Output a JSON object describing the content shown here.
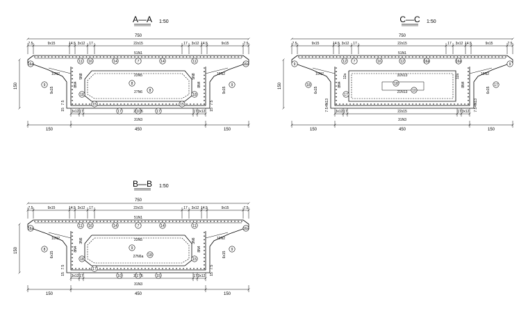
{
  "sections": [
    {
      "id": "AA",
      "title": "A—A",
      "scale": "1:50",
      "dims_top": [
        "7.5",
        "9x15",
        "14.5",
        "3x12",
        "17",
        "22x15",
        "17",
        "3x12",
        "14.5",
        "9x15",
        "7.5"
      ],
      "total_top": "750",
      "dims_bottom_inner": [
        "3x12",
        "17",
        "22x15",
        "17",
        "3x12"
      ],
      "dims_bottom": [
        "150",
        "450",
        "150"
      ],
      "height_label": "150",
      "side_labels": [
        "10N2",
        "10N2",
        "9x15",
        "9x15",
        "8N4",
        "8N4",
        "5N8",
        "5N8",
        "7.5",
        "7.5",
        "15",
        "15"
      ],
      "rebar_labels": [
        "51N1",
        "23N5",
        "27N6",
        "31N3"
      ],
      "callouts": [
        "11",
        "16",
        "14",
        "7",
        "14",
        "11",
        "16a",
        "16a",
        "8",
        "9",
        "9",
        "8",
        "18",
        "18",
        "15",
        "17",
        "10",
        "17",
        "15"
      ]
    },
    {
      "id": "CC",
      "title": "C—C",
      "scale": "1:50",
      "dims_top": [
        "7.5",
        "9x15",
        "14.5",
        "3x12",
        "17",
        "22x15",
        "17",
        "3x12",
        "14.5",
        "9x15",
        "7.5"
      ],
      "total_top": "750",
      "dims_bottom_inner": [
        "3x12",
        "17",
        "22x15",
        "17",
        "3x12"
      ],
      "dims_bottom": [
        "150",
        "450",
        "150"
      ],
      "height_label": "150",
      "side_labels": [
        "10N2",
        "10N2",
        "6x15",
        "6x15",
        "8N4",
        "8N4",
        "12a",
        "12a",
        "4N13",
        "4N13",
        "7.5",
        "7.5"
      ],
      "rebar_labels": [
        "51N1",
        "31N13",
        "21N13",
        "31N3"
      ],
      "callouts": [
        "12",
        "7",
        "16",
        "12",
        "16a",
        "16a",
        "9",
        "9",
        "18",
        "18",
        "17",
        "10",
        "17"
      ]
    },
    {
      "id": "BB",
      "title": "B—B",
      "scale": "1:50",
      "dims_top": [
        "7.5",
        "9x15",
        "14.5",
        "3x12",
        "17",
        "22x15",
        "17",
        "3x12",
        "14.5",
        "9x15",
        "7.5"
      ],
      "total_top": "750",
      "dims_bottom_inner": [
        "3x12",
        "17",
        "22x15",
        "17",
        "3x12"
      ],
      "dims_bottom": [
        "150",
        "450",
        "150"
      ],
      "height_label": "150",
      "side_labels": [
        "10N2",
        "10N2",
        "6x15",
        "6x15",
        "8N4",
        "8N4",
        "3N6",
        "3N6",
        "7.5",
        "7.5",
        "15",
        "15"
      ],
      "rebar_labels": [
        "51N1",
        "23N5",
        "27N6a",
        "31N3"
      ],
      "callouts": [
        "11",
        "16",
        "14",
        "7",
        "14",
        "11",
        "16a",
        "16a",
        "9",
        "8",
        "9",
        "18",
        "18",
        "15",
        "17",
        "10",
        "17",
        "15"
      ]
    }
  ]
}
